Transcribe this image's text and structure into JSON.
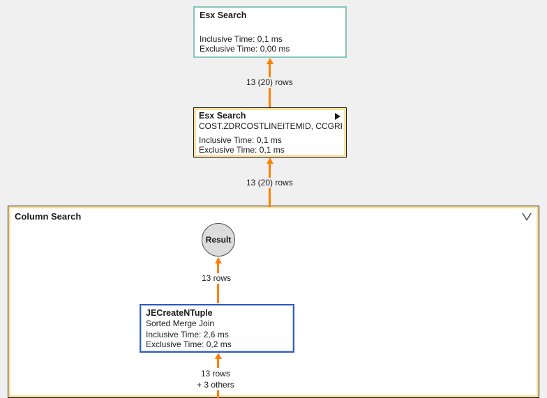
{
  "canvas": {
    "background_color": "#f0f0f0",
    "edge_color": "#ff8000"
  },
  "nodes": {
    "esx_search_top": {
      "title": "Esx Search",
      "subtitle": "",
      "inclusive_time": "Inclusive Time: 0,1 ms",
      "exclusive_time": "Exclusive Time: 0,00 ms",
      "border_color": "#86c5bd"
    },
    "esx_search_mid": {
      "title": "Esx Search",
      "subtitle": "COST.ZDRCOSTLINEITEMID, CCGRP.ZD...",
      "inclusive_time": "Inclusive Time: 0,1 ms",
      "exclusive_time": "Exclusive Time: 0,1 ms",
      "border_color": "#fbe1a0",
      "expand_icon": "play-triangle-icon"
    },
    "result": {
      "label": "Result",
      "fill_color": "#dcdcdc"
    },
    "jecreatentuple": {
      "title": "JECreateNTuple",
      "subtitle": "Sorted Merge Join",
      "inclusive_time": "Inclusive Time: 2,6 ms",
      "exclusive_time": "Exclusive Time: 0,2 ms",
      "border_color": "#2f5fbe"
    }
  },
  "group": {
    "title": "Column Search",
    "border_color": "#fbe1a0",
    "collapse_icon": "triangle-down-icon"
  },
  "edges": [
    {
      "id": "edge1",
      "label": "13 (20) rows",
      "from": "esx_search_mid",
      "to": "esx_search_top"
    },
    {
      "id": "edge2",
      "label": "13 (20) rows",
      "from": "column_search_group",
      "to": "esx_search_mid"
    },
    {
      "id": "edge3",
      "label": "13 rows",
      "from": "jecreatentuple",
      "to": "result"
    },
    {
      "id": "edge4",
      "label_line1": "13 rows",
      "label_line2": "+ 3 others",
      "to": "jecreatentuple"
    }
  ]
}
